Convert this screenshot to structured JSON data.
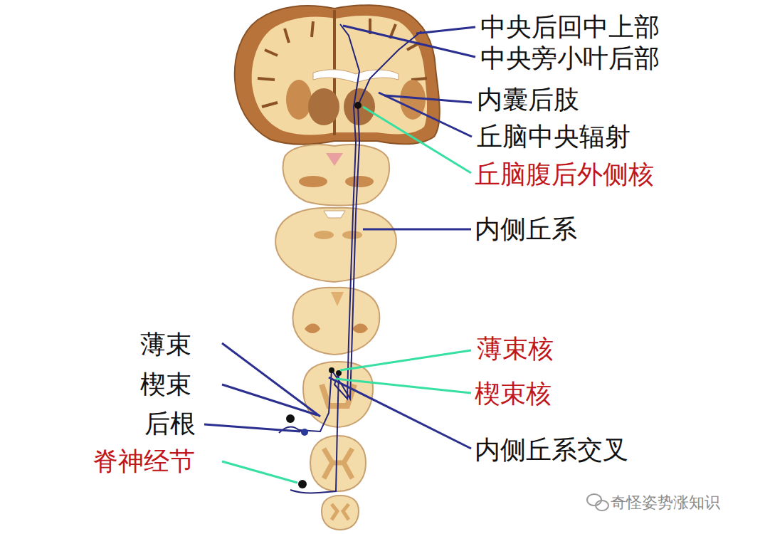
{
  "diagram": {
    "labels": [
      "中央后回中上部",
      "中央旁小叶后部",
      "内囊后肢",
      "丘脑中央辐射",
      "丘脑腹后外侧核",
      "内侧丘系",
      "薄束",
      "楔束",
      "后根",
      "脊神经节",
      "薄束核",
      "楔束核",
      "内侧丘系交叉",
      "奇怪姿势涨知识"
    ]
  }
}
